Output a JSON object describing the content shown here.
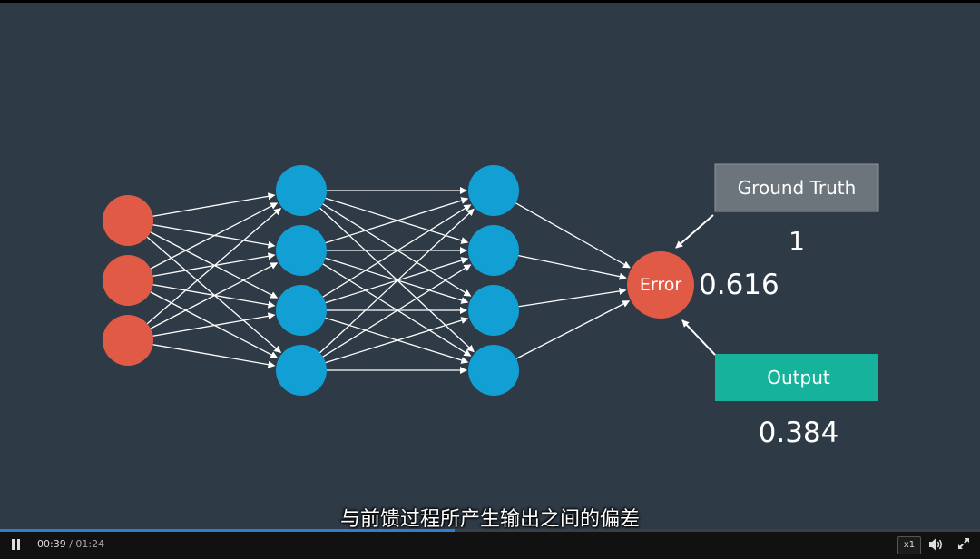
{
  "diagram": {
    "error_label": "Error",
    "error_value": "0.616",
    "ground_truth": {
      "label": "Ground Truth",
      "value": "1"
    },
    "output": {
      "label": "Output",
      "value": "0.384"
    },
    "colors": {
      "input_node": "#e05a45",
      "hidden_node": "#119fd4",
      "error_node": "#e05a45",
      "ground_truth_box": "#6c747c",
      "output_box": "#17b29c",
      "background": "#2e3a46"
    },
    "layers": {
      "input_count": 3,
      "hidden1_count": 4,
      "hidden2_count": 4
    }
  },
  "subtitle": "与前馈过程所产生输出之间的偏差",
  "player": {
    "current_time": "00:39",
    "separator": "/",
    "duration": "01:24",
    "progress_fraction": 0.464,
    "speed_label": "x1",
    "icons": {
      "play_pause": "pause-icon",
      "volume": "volume-icon",
      "fullscreen": "fullscreen-icon"
    }
  }
}
